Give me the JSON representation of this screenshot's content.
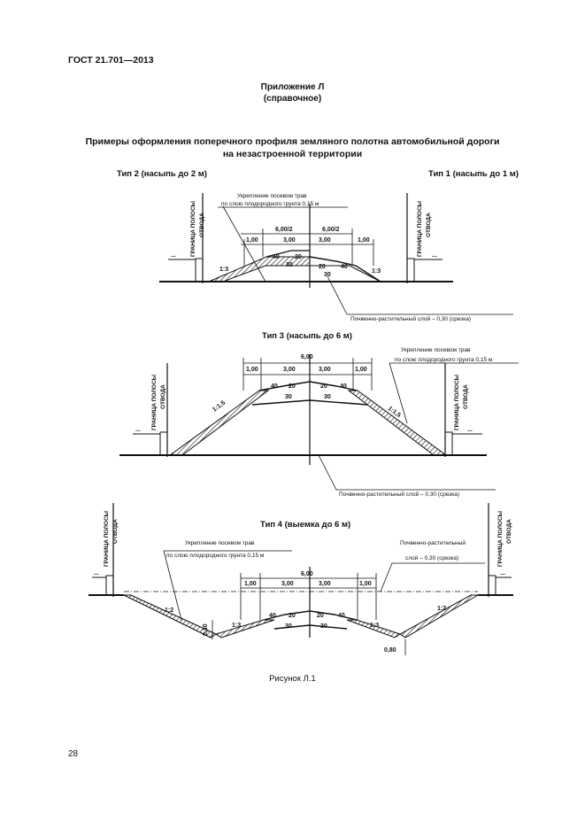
{
  "header": {
    "standard": "ГОСТ 21.701—2013"
  },
  "appendix": {
    "title": "Приложение Л",
    "subtitle": "(справочное)"
  },
  "title": {
    "line1": "Примеры оформления поперечного профиля земляного полотна автомобильной дороги",
    "line2": "на незастроенной территории"
  },
  "types": {
    "t2": "Тип 2 (насыпь до 2 м)",
    "t1": "Тип 1 (насыпь до 1 м)",
    "t3": "Тип 3 (насыпь до 6 м)",
    "t4": "Тип 4 (выемка до 6 м)"
  },
  "labels": {
    "strip_boundary": "ГРАНИЦА ПОЛОСЫ",
    "allotment": "ОТВОДА",
    "reinforce": "Укрепление посевом трав",
    "soil_layer": "по слою плодородного грунта 0,15 м",
    "topsoil_cut": "Почвенно-растительный слой – 0,30 (срезка)",
    "topsoil_short": "Почвенно-растительный",
    "topsoil_cut2": "слой – 0,30 (срезка)"
  },
  "dims": {
    "w_total": "6,00",
    "w_half": "6,00/2",
    "lane": "3,00",
    "shoulder": "1,00",
    "slope_2": "1:2",
    "slope_3": "1:3",
    "slope_15": "1:1,5",
    "g40": "40",
    "g30": "30",
    "g20": "20",
    "d030": "0,30",
    "d080": "0,80",
    "dots": "..."
  },
  "caption": "Рисунок Л.1",
  "page_number": "28"
}
